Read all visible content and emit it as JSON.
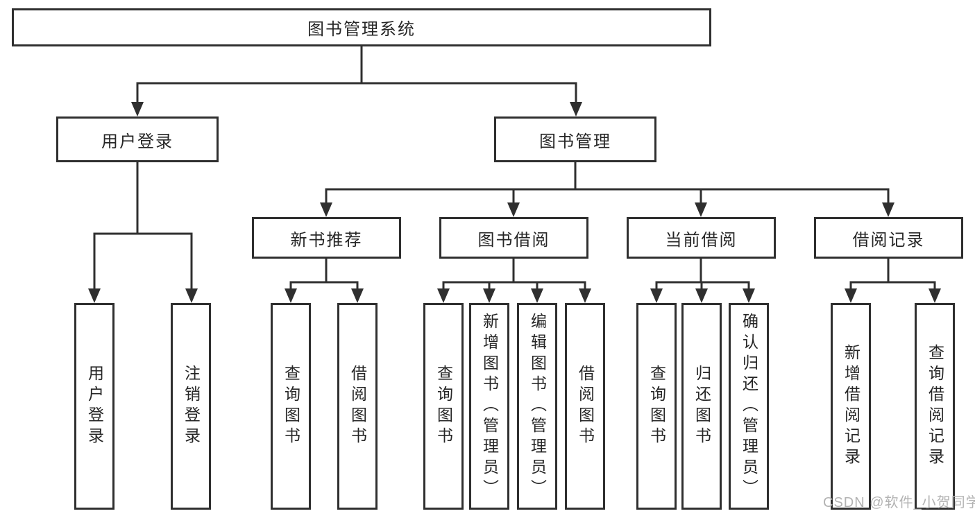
{
  "diagram_title": "图书管理系统",
  "tree": {
    "root": {
      "label": "图书管理系统"
    },
    "branches": [
      {
        "label": "用户登录",
        "children": [
          {
            "label": "用户登录"
          },
          {
            "label": "注销登录"
          }
        ]
      },
      {
        "label": "图书管理",
        "children": [
          {
            "label": "新书推荐",
            "children": [
              {
                "label": "查询图书"
              },
              {
                "label": "借阅图书"
              }
            ]
          },
          {
            "label": "图书借阅",
            "children": [
              {
                "label": "查询图书"
              },
              {
                "label": "新增图书（管理员）"
              },
              {
                "label": "编辑图书（管理员）"
              },
              {
                "label": "借阅图书"
              }
            ]
          },
          {
            "label": "当前借阅",
            "children": [
              {
                "label": "查询图书"
              },
              {
                "label": "归还图书"
              },
              {
                "label": "确认归还（管理员）"
              }
            ]
          },
          {
            "label": "借阅记录",
            "children": [
              {
                "label": "新增借阅记录"
              },
              {
                "label": "查询借阅记录"
              }
            ]
          }
        ]
      }
    ]
  },
  "watermark": {
    "text": "CSDN @软件_小贺同学"
  },
  "colors": {
    "line": "#2f2f2f",
    "text": "#262626",
    "background": "#ffffff",
    "watermark": "#b3b3b3"
  }
}
